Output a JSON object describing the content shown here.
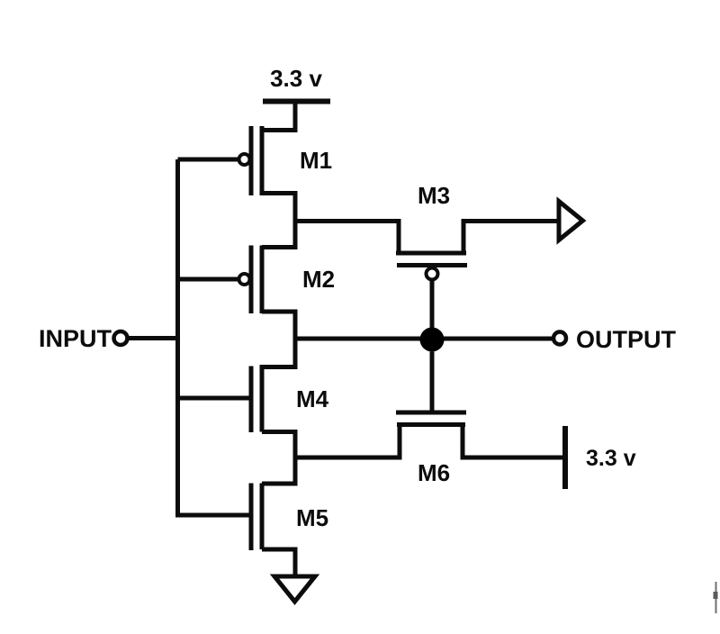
{
  "diagram": {
    "kind": "cmos-transistor-schematic",
    "colors": {
      "line": "#0c0c0c",
      "background": "#ffffff",
      "node_fill": "#000000",
      "artifact_gray": "#6f6f6f"
    },
    "terminals": {
      "input_label": "INPUT",
      "output_label": "OUTPUT"
    },
    "supplies": {
      "top_label": "3.3 v",
      "right_label": "3.3 v"
    },
    "transistors": {
      "m1": {
        "label": "M1",
        "type": "PMOS"
      },
      "m2": {
        "label": "M2",
        "type": "PMOS"
      },
      "m3": {
        "label": "M3",
        "type": "PMOS"
      },
      "m4": {
        "label": "M4",
        "type": "NMOS"
      },
      "m5": {
        "label": "M5",
        "type": "NMOS"
      },
      "m6": {
        "label": "M6",
        "type": "NMOS"
      }
    }
  }
}
